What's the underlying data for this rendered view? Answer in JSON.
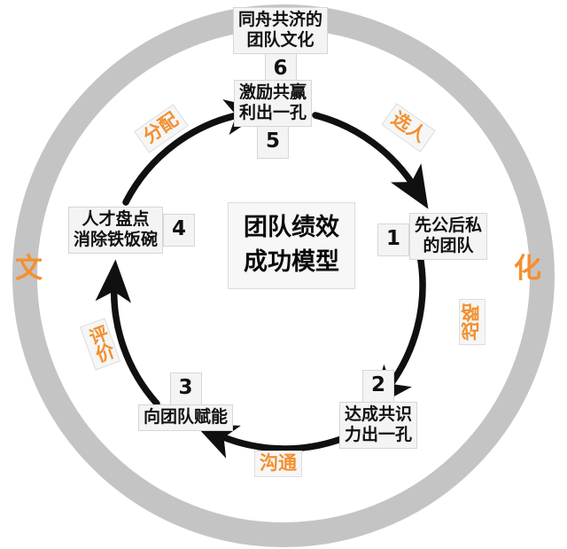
{
  "diagram": {
    "center_title_line1": "团队绩效",
    "center_title_line2": "成功模型",
    "outer_ring": {
      "left_char": "文",
      "right_char": "化",
      "accent_color": "#f39030",
      "ring_color": "#c4c4c4"
    },
    "nodes": [
      {
        "id": "1",
        "number": "1",
        "line1": "先公后私",
        "line2": "的团队",
        "position": "right"
      },
      {
        "id": "2",
        "number": "2",
        "line1": "达成共识",
        "line2": "力出一孔",
        "position": "bottom-right"
      },
      {
        "id": "3",
        "number": "3",
        "line1": "向团队赋能",
        "line2": "",
        "position": "bottom-left"
      },
      {
        "id": "4",
        "number": "4",
        "line1": "人才盘点",
        "line2": "消除铁饭碗",
        "position": "left"
      },
      {
        "id": "5",
        "number": "5",
        "line1": "激励共赢",
        "line2": "利出一孔",
        "position": "top"
      },
      {
        "id": "6",
        "number": "6",
        "line1": "同舟共济的",
        "line2": "团队文化",
        "position": "top-outer"
      }
    ],
    "stage_labels": [
      {
        "id": "fenpei",
        "text": "分配",
        "color": "#f39030"
      },
      {
        "id": "xuanren",
        "text": "选人",
        "color": "#f39030"
      },
      {
        "id": "zhanlue",
        "text": "战略",
        "color": "#f39030"
      },
      {
        "id": "gongtong",
        "text": "沟通",
        "color": "#f39030"
      },
      {
        "id": "pingjia",
        "text": "评价",
        "color": "#f39030"
      }
    ]
  }
}
